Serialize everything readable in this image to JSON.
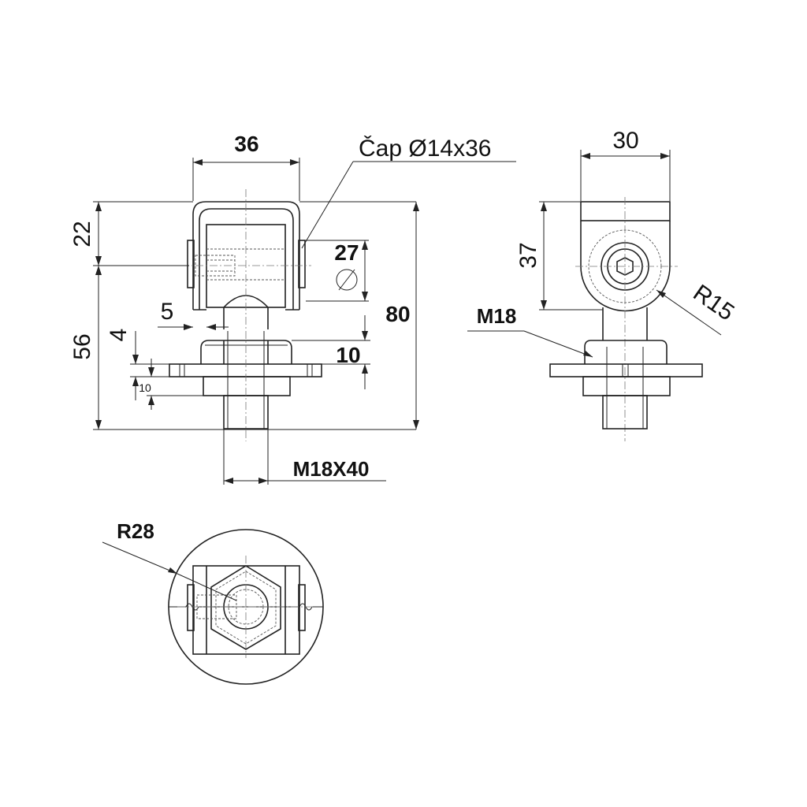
{
  "dimensions": {
    "width_top": "36",
    "pin_label": "Čap Ø14x36",
    "height_upper": "22",
    "pin_offset": "27",
    "total_height": "80",
    "gap": "5",
    "thickness_4": "4",
    "height_lower": "56",
    "nut_height": "10",
    "washer_small": "10",
    "thread_label": "M18X40",
    "side_width": "30",
    "side_height": "37",
    "radius_side": "R15",
    "side_thread": "M18",
    "radius_bottom": "R28"
  }
}
